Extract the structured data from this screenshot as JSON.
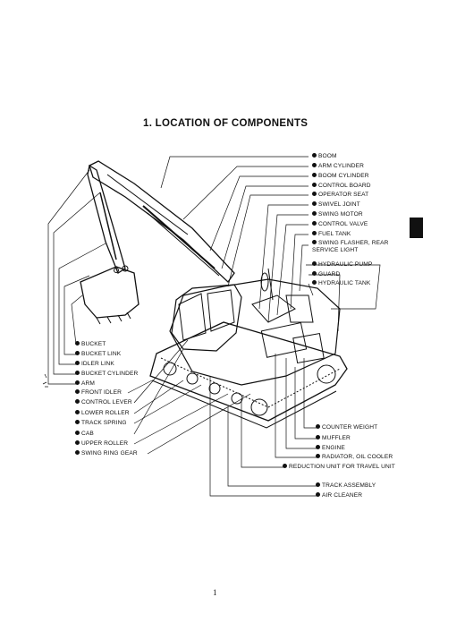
{
  "title": "1.  LOCATION OF COMPONENTS",
  "page_number": "1",
  "labels_right": [
    "BOOM",
    "ARM CYLINDER",
    "BOOM CYLINDER",
    "CONTROL BOARD",
    "OPERATOR SEAT",
    "SWIVEL JOINT",
    "SWING MOTOR",
    "CONTROL VALVE",
    "FUEL TANK",
    "SWING FLASHER, REAR\nSERVICE LIGHT",
    "HYDRAULIC PUMP",
    "GUARD",
    "HYDRAULIC TANK"
  ],
  "labels_left": [
    "BUCKET",
    "BUCKET LINK",
    "IDLER LINK",
    "BUCKET CYLINDER",
    "ARM",
    "FRONT IDLER",
    "CONTROL LEVER",
    "LOWER ROLLER",
    "TRACK SPRING",
    "CAB",
    "UPPER ROLLER",
    "SWING RING GEAR"
  ],
  "labels_bottom": [
    "COUNTER WEIGHT",
    "MUFFLER",
    "ENGINE",
    "RADIATOR, OIL COOLER",
    "REDUCTION UNIT FOR TRAVEL UNIT",
    "TRACK ASSEMBLY",
    "AIR CLEANER"
  ]
}
